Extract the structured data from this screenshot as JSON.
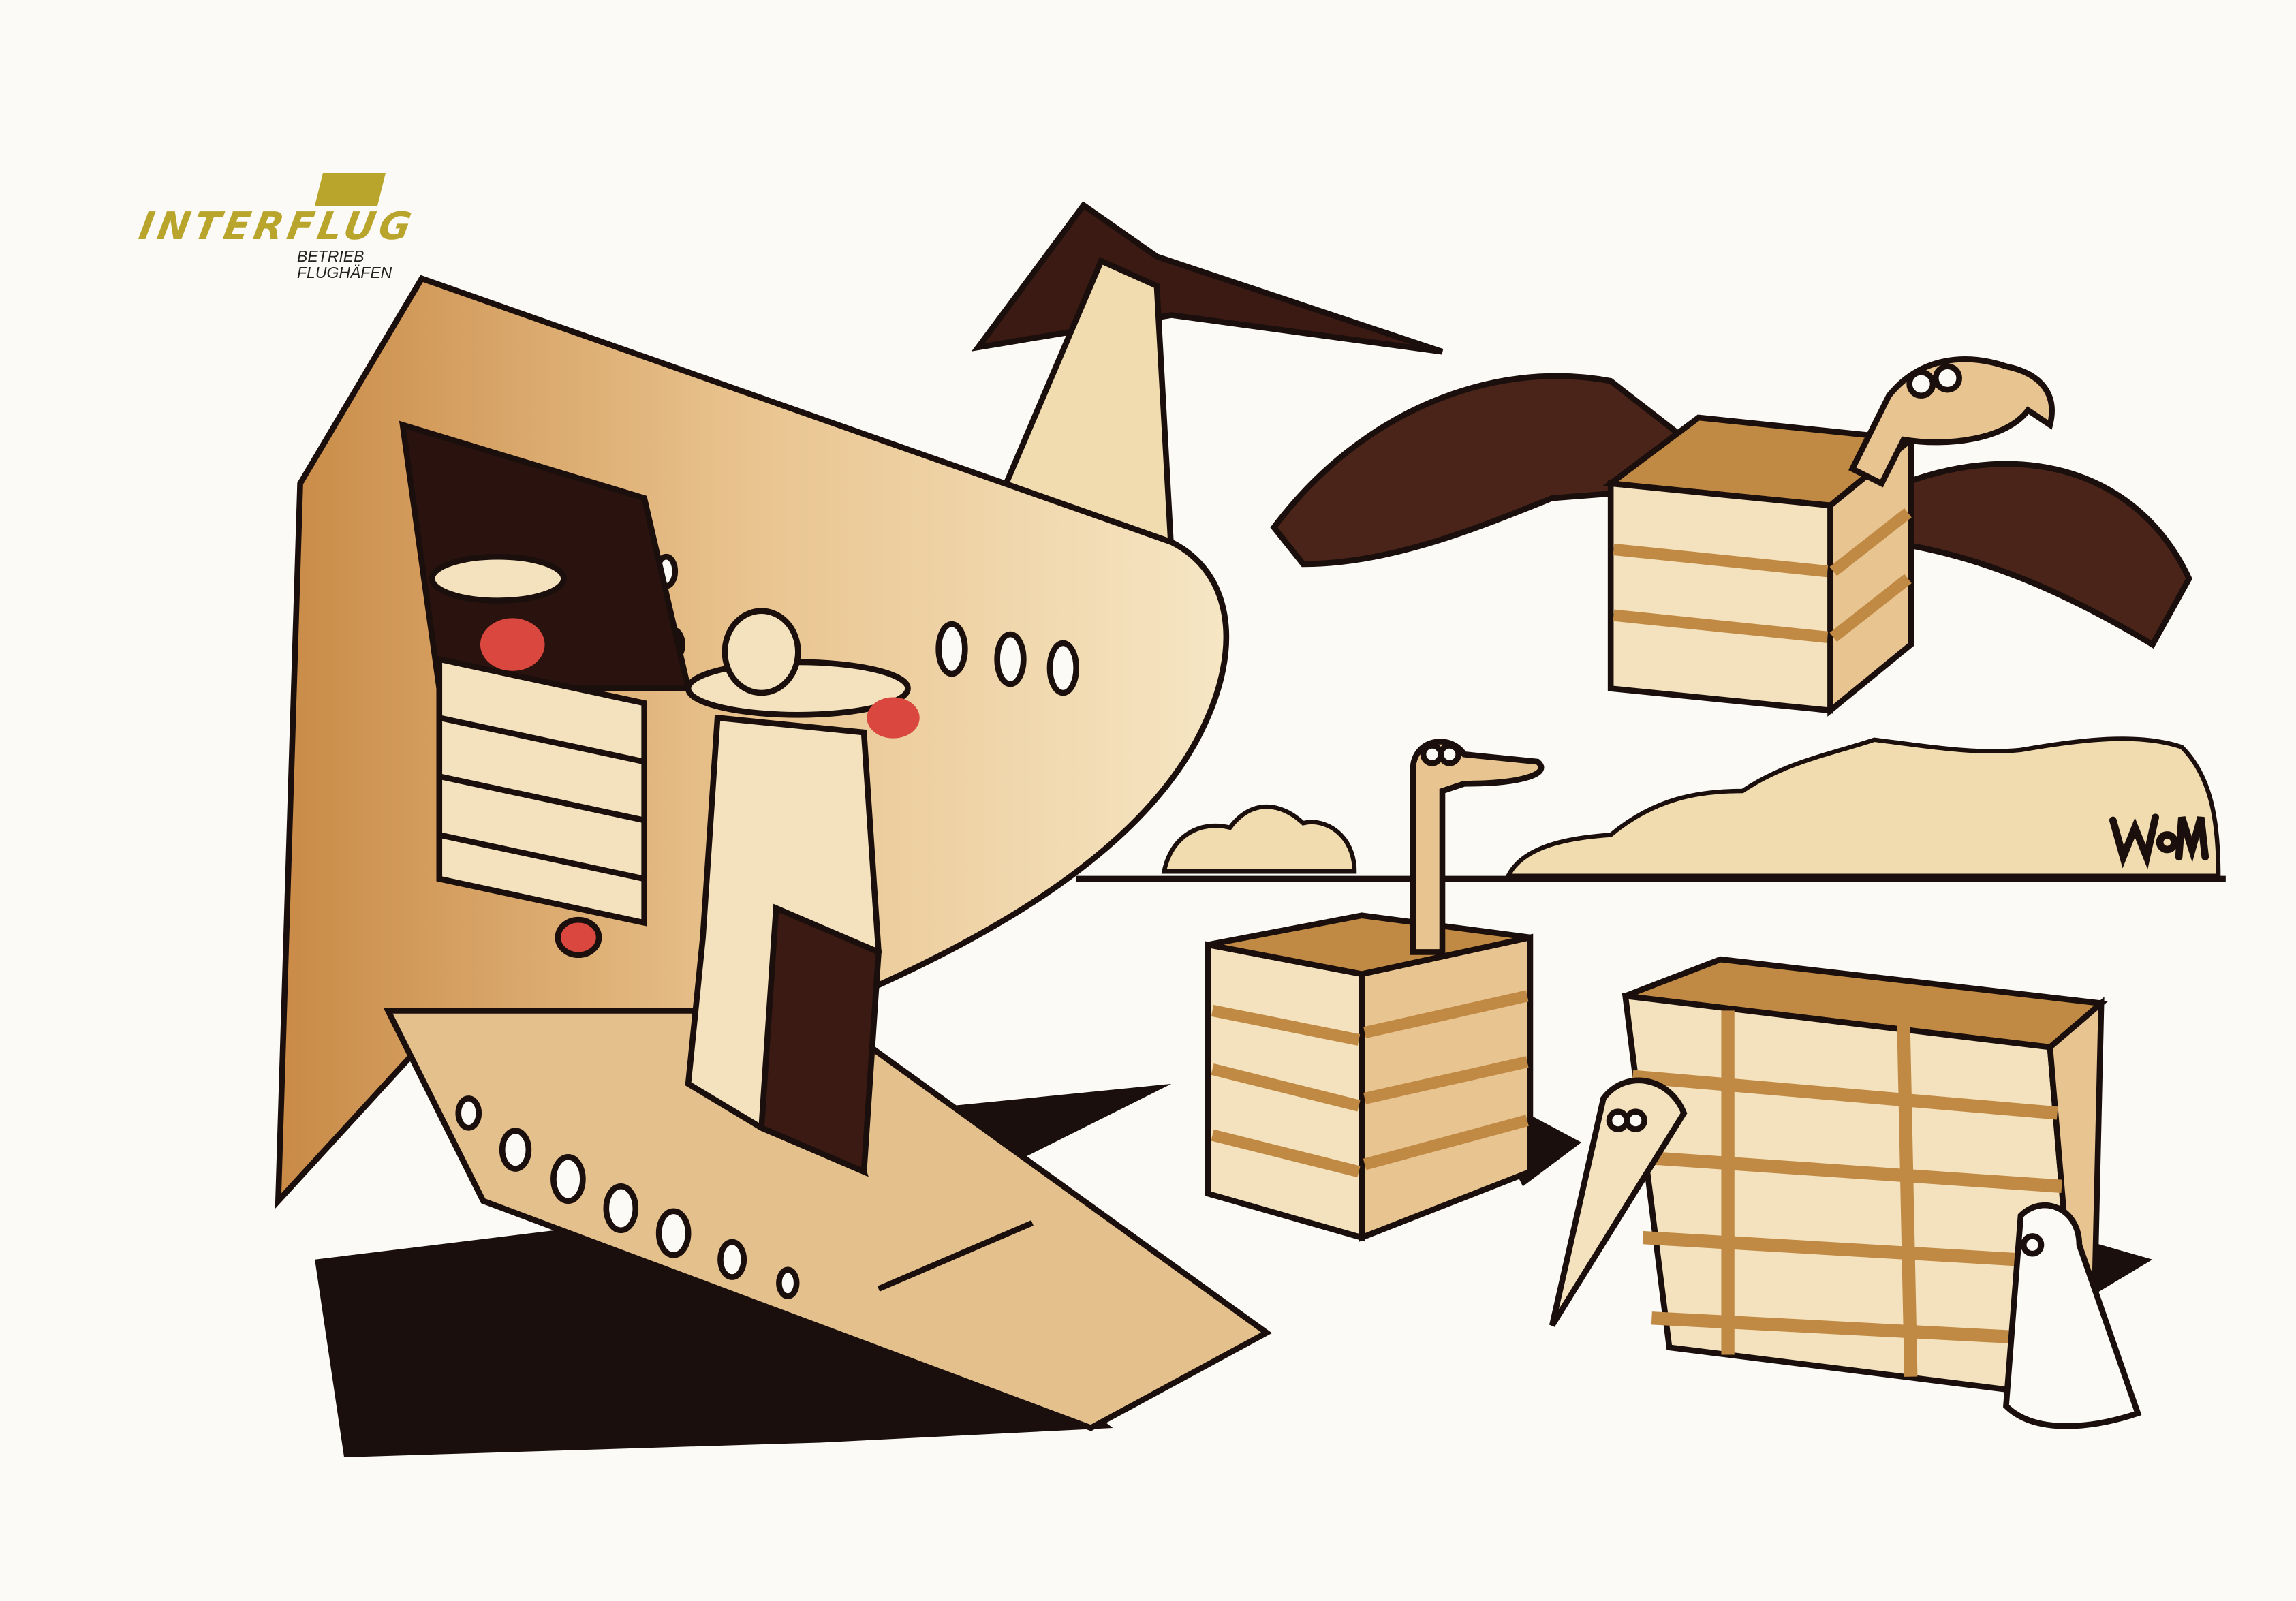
{
  "logo": {
    "brand": "INTERFLUG",
    "subtitle_line1": "BETRIEB",
    "subtitle_line2": "FLUGHÄFEN",
    "color": "#b9a52c"
  },
  "signature": "WoM",
  "palette": {
    "ink": "#1a0f0c",
    "tan": "#e8c491",
    "sand": "#f0dcae",
    "wood": "#c08a45",
    "accent_red": "#d9473f"
  }
}
